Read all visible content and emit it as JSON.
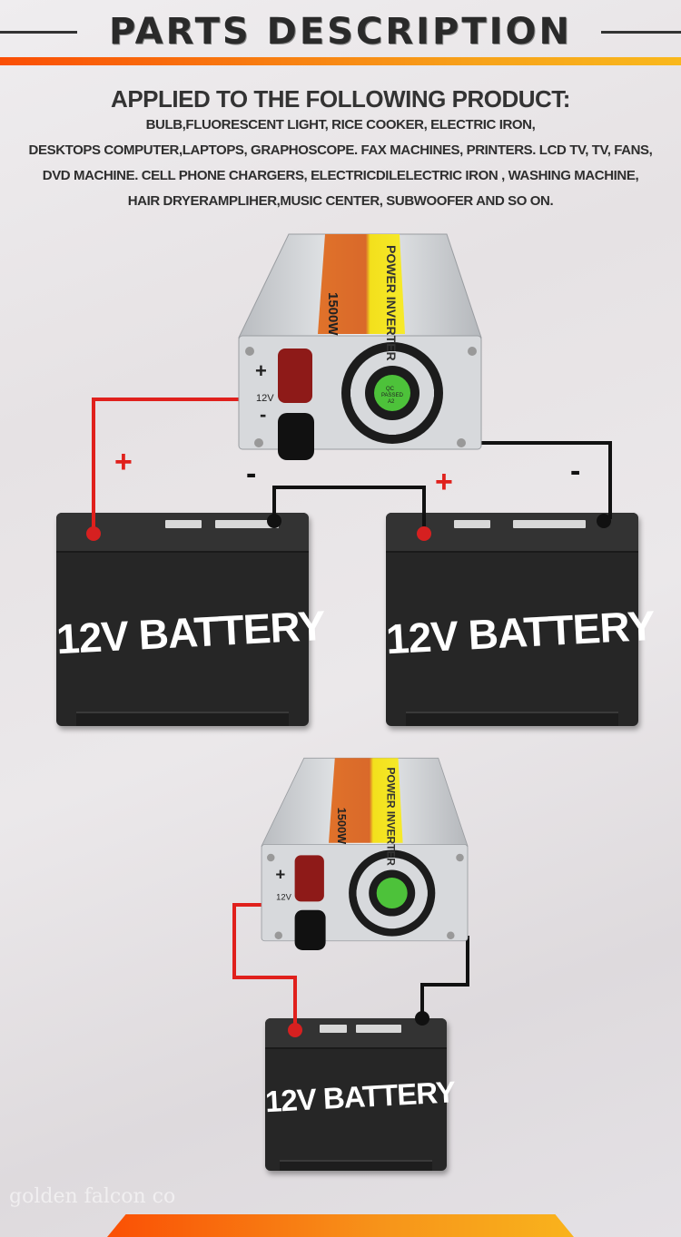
{
  "header": {
    "title": "PARTS DESCRIPTION"
  },
  "applied": {
    "heading": "APPLIED TO THE FOLLOWING PRODUCT:",
    "lines": [
      "BULB,FLUORESCENT LIGHT, RICE COOKER, ELECTRIC IRON,",
      "DESKTOPS COMPUTER,LAPTOPS, GRAPHOSCOPE. FAX MACHINES, PRINTERS. LCD TV, TV, FANS,",
      "DVD MACHINE. CELL PHONE CHARGERS, ELECTRICDILELECTRIC IRON ,   WASHING MACHINE,",
      "HAIR DRYERAMPLIHER,MUSIC CENTER, SUBWOOFER AND SO ON."
    ]
  },
  "inverter": {
    "brand": "POWER INVERTER",
    "power": "1500W",
    "qc": [
      "QC",
      "PASSED",
      "A2"
    ],
    "plus": "+",
    "minus": "-",
    "voltage": "12V"
  },
  "diagram": {
    "battery_label": "12V BATTERY",
    "plus": "+",
    "minus": "-",
    "colors": {
      "positive_wire": "#e0201c",
      "negative_wire": "#111111"
    }
  },
  "watermark": "golden falcon co"
}
